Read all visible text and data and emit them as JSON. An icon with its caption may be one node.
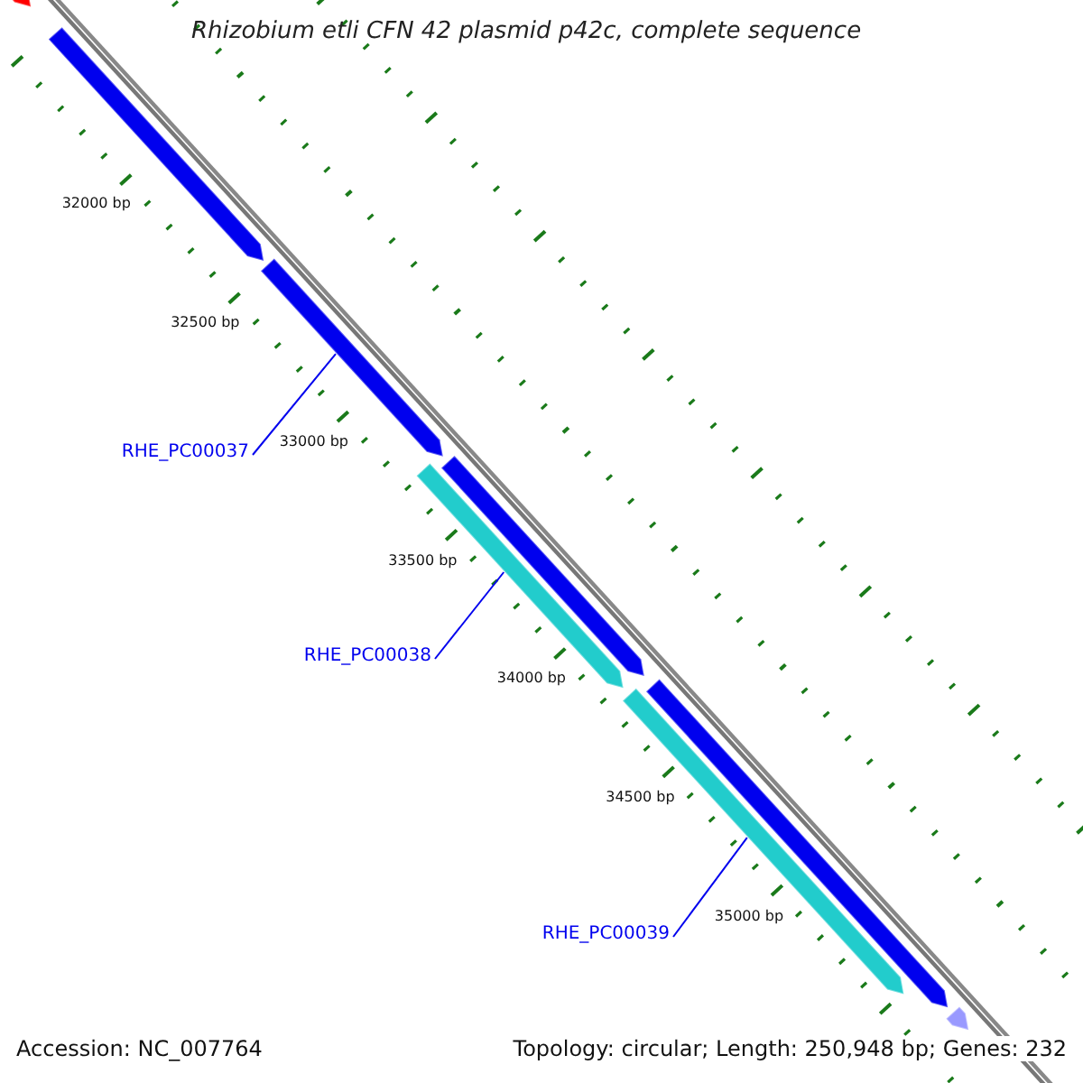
{
  "diagram": {
    "title": "Rhizobium etli CFN 42 plasmid p42c, complete sequence",
    "nodes": [
      {
        "text": [],
        "shape": "arrow"
      },
      {
        "text": [],
        "shape": "arrow"
      },
      {
        "text": [],
        "shape": "arrow"
      },
      {
        "text": [],
        "shape": "arrow"
      },
      {
        "text": [],
        "shape": "arrow"
      },
      {
        "text": [],
        "shape": "arrow"
      },
      {
        "text": [],
        "shape": "arrow"
      },
      {
        "text": [],
        "shape": "arrow"
      },
      {
        "text": [
          "RHE_PC00037"
        ]
      },
      {
        "text": [
          "RHE_PC00038"
        ]
      },
      {
        "text": [
          "RHE_PC00039"
        ]
      }
    ],
    "edges": [
      {
        "from": 8,
        "to": 2,
        "arrow": "none"
      },
      {
        "from": 9,
        "to": 4,
        "arrow": "none"
      },
      {
        "from": 10,
        "to": 6,
        "arrow": "none"
      }
    ],
    "labels": [
      "32000 bp",
      "32500 bp",
      "33000 bp",
      "33500 bp",
      "34000 bp",
      "34500 bp",
      "35000 bp",
      "Accession: NC_007764",
      "Topology: circular; Length: 250,948 bp; Genes: 232"
    ]
  }
}
